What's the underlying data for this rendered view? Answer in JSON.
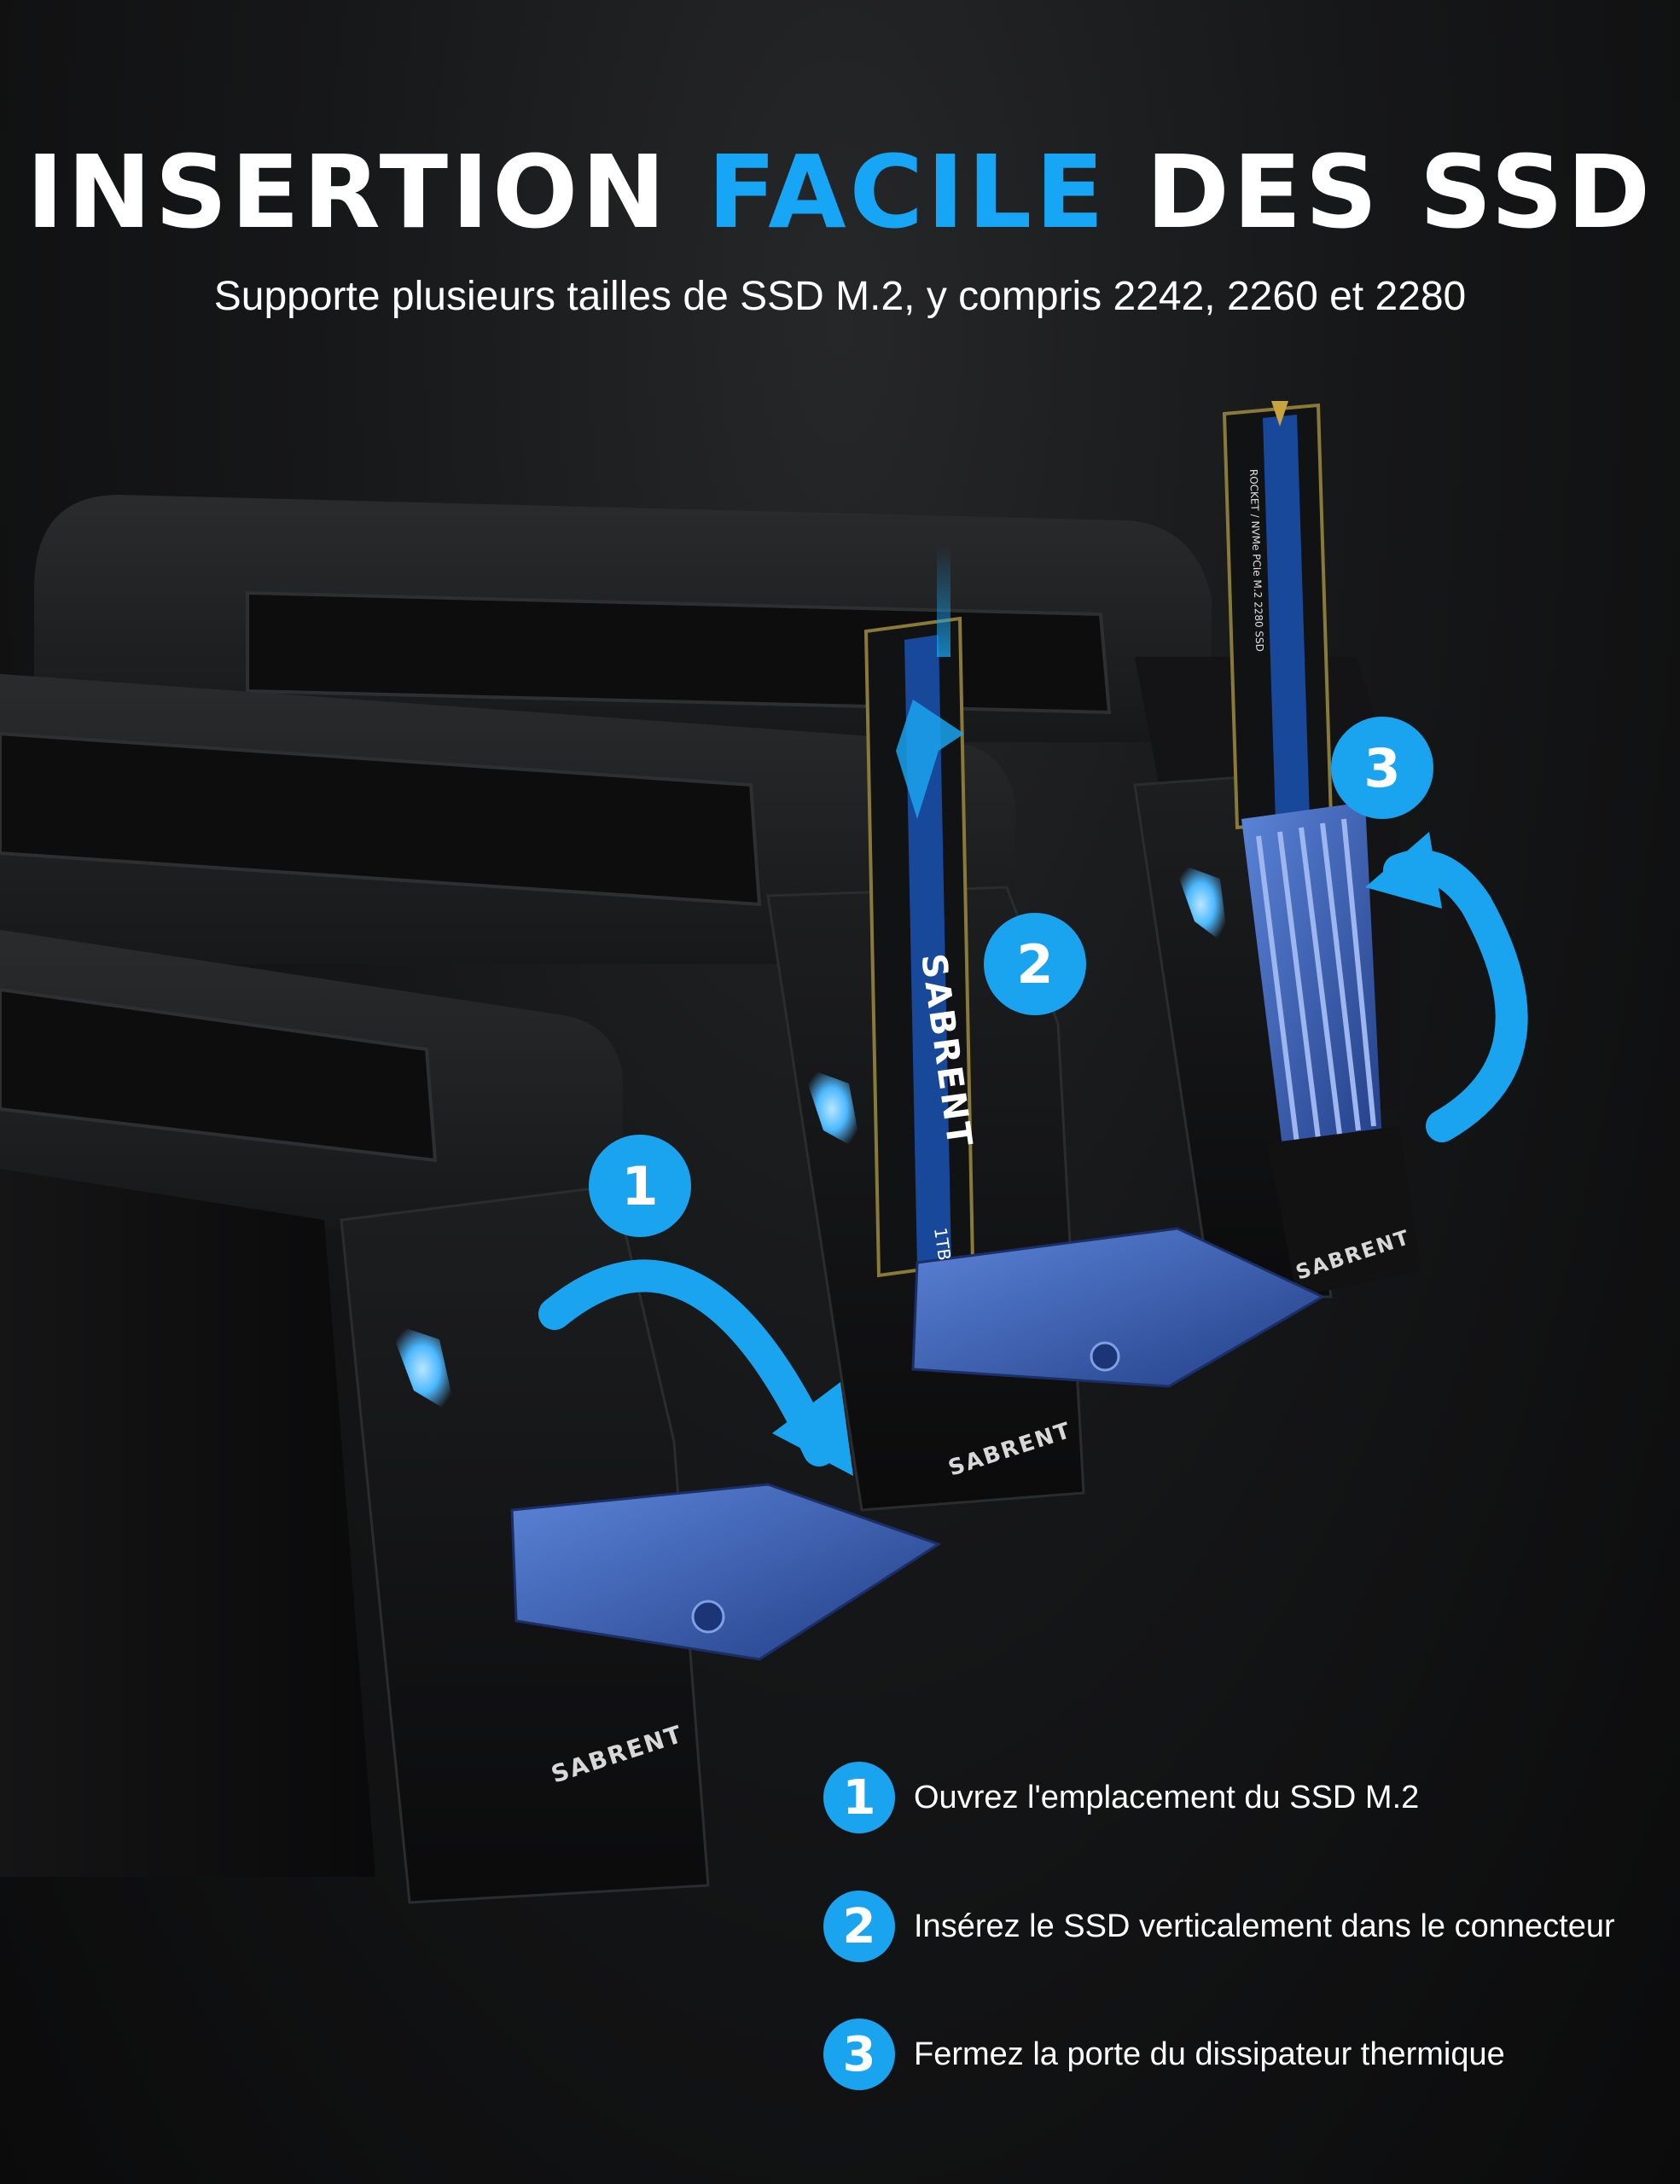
{
  "header": {
    "title_part1": "INSERTION ",
    "title_accent": "FACILE",
    "title_part3": " DES SSD",
    "subtitle": "Supporte plusieurs tailles de SSD M.2, y compris 2242, 2260 et 2280"
  },
  "product": {
    "brand": "SABRENT",
    "ssd_capacity": "1TB",
    "ssd_model": "ROCKET / NVMe PCIe M.2 2280 SSD"
  },
  "callouts": [
    "1",
    "2",
    "3"
  ],
  "steps": [
    {
      "number": "1",
      "text": "Ouvrez l'emplacement du SSD M.2"
    },
    {
      "number": "2",
      "text": "Insérez le SSD verticalement dans le connecteur"
    },
    {
      "number": "3",
      "text": "Fermez la porte du dissipateur thermique"
    }
  ],
  "colors": {
    "accent": "#17a6f5",
    "badge": "#1aa3ef",
    "heatsink": "#3f64b8",
    "led": "#4cb8ff",
    "background": "#0c0c0d"
  },
  "icons": [
    "curved-arrow-icon",
    "down-arrow-icon",
    "curved-arrow-icon"
  ]
}
